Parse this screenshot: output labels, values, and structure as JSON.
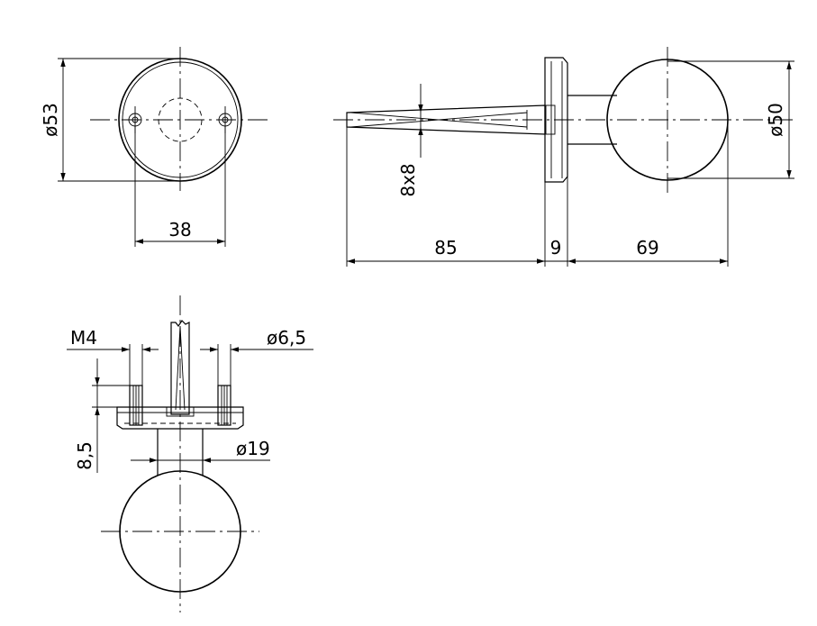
{
  "front_view": {
    "dia_outer": "ø53",
    "hole_spacing": "38"
  },
  "side_view": {
    "spindle": "8x8",
    "ball_dia": "ø50",
    "len_spindle": "85",
    "len_rose": "9",
    "len_knob": "69"
  },
  "bottom_view": {
    "thread": "M4",
    "pin_dia": "ø6,5",
    "neck_dia": "ø19",
    "rose_height": "8,5"
  }
}
